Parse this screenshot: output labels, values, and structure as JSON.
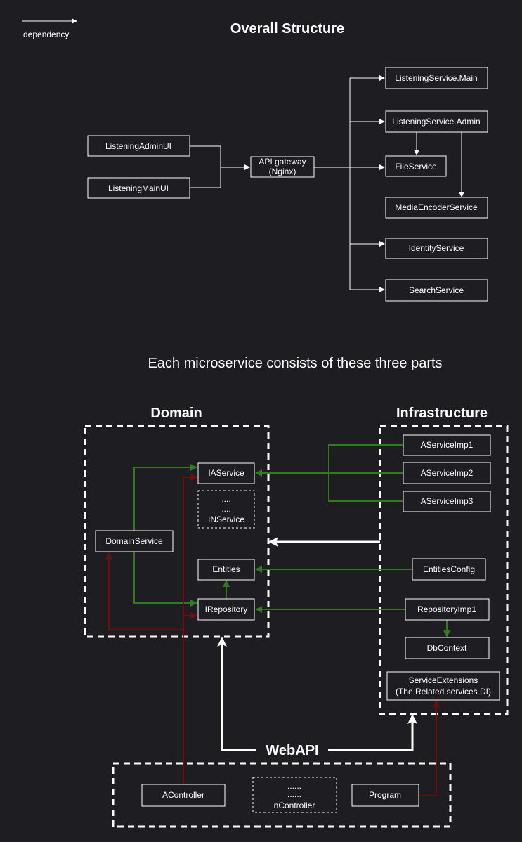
{
  "legend": {
    "label": "dependency"
  },
  "overall": {
    "title": "Overall Structure",
    "nodes": {
      "admin_ui": "ListeningAdminUI",
      "main_ui": "ListeningMainUI",
      "gateway_line1": "API gateway",
      "gateway_line2": "(Nginx)",
      "svc_main": "ListeningService.Main",
      "svc_admin": "ListeningService.Admin",
      "file": "FileService",
      "media": "MediaEncoderService",
      "identity": "IdentityService",
      "search": "SearchService"
    }
  },
  "parts": {
    "subtitle": "Each microservice consists of these three parts",
    "domain": {
      "title": "Domain",
      "iaservice": "IAService",
      "inservice_dots1": "....",
      "inservice_dots2": "....",
      "inservice": "INService",
      "domainservice": "DomainService",
      "entities": "Entities",
      "irepository": "IRepository"
    },
    "infrastructure": {
      "title": "Infrastructure",
      "imp1": "AServiceImp1",
      "imp2": "AServiceImp2",
      "imp3": "AServiceImp3",
      "entitiesconfig": "EntitiesConfig",
      "repoimp": "RepositoryImp1",
      "dbcontext": "DbContext",
      "ext_line1": "ServiceExtensions",
      "ext_line2": "(The Related services DI)"
    },
    "webapi": {
      "title": "WebAPI",
      "acontroller": "AController",
      "dots1": "......",
      "dots2": "......",
      "ncontroller": "nController",
      "program": "Program"
    }
  },
  "colors": {
    "background": "#1e1d22",
    "green_arrow": "#2d7d1a",
    "red_arrow": "#7a0a0a",
    "white": "#ffffff"
  }
}
